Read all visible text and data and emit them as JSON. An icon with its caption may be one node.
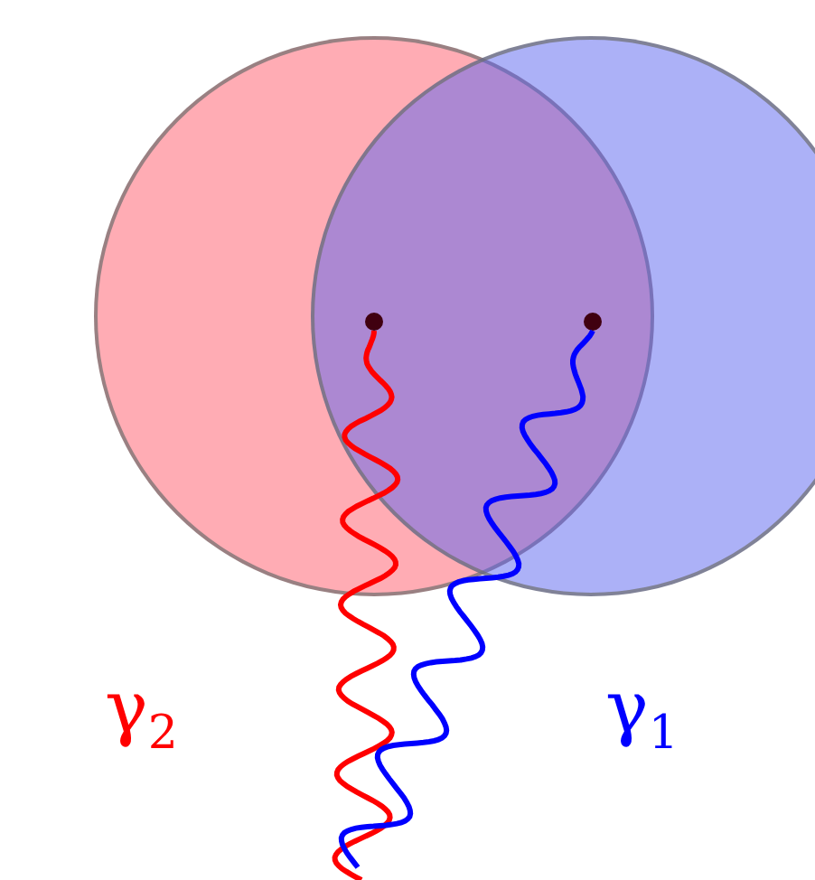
{
  "diagram": {
    "nodes": [
      {
        "text": [],
        "shape": "circle"
      },
      {
        "text": [],
        "shape": "circle"
      },
      {
        "text": [],
        "shape": "circle"
      },
      {
        "text": [],
        "shape": "circle"
      }
    ],
    "edges": [
      {
        "from": 2,
        "to": null,
        "arrow": "none",
        "color": "#ff0000"
      },
      {
        "from": 3,
        "to": null,
        "arrow": "none",
        "color": "#0000ff"
      }
    ],
    "labels": [
      "γ$_{2}$",
      "γ$_{1}$"
    ]
  }
}
